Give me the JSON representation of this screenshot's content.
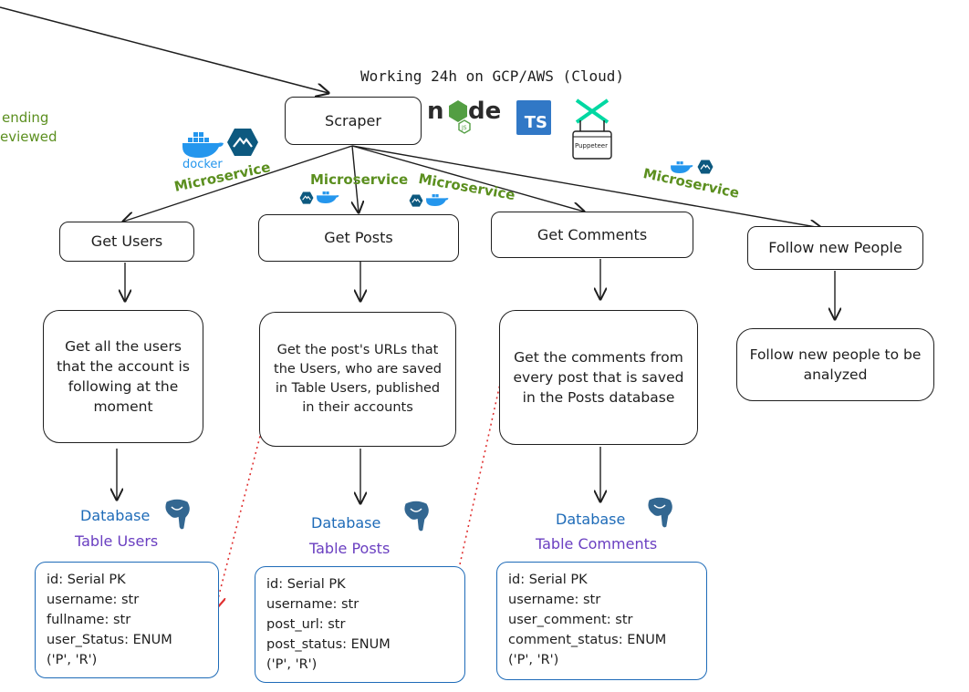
{
  "title": "Working 24h on GCP/AWS (Cloud)",
  "side_note": [
    "ending",
    "eviewed"
  ],
  "scraper": "Scraper",
  "microservice_label": "Microservice",
  "icons": {
    "node": "nodejs-logo-icon",
    "ts": "TS",
    "puppeteer": "Puppeteer",
    "docker": "docker"
  },
  "services": [
    {
      "name": "Get Users",
      "desc": "Get all the users that the account is following at the moment"
    },
    {
      "name": "Get Posts",
      "desc": "Get the post's URLs that the Users, who are saved in Table Users, published in their accounts"
    },
    {
      "name": "Get Comments",
      "desc": "Get the comments from every post that is saved in the Posts database"
    },
    {
      "name": "Follow new People",
      "desc": "Follow new people to be analyzed"
    }
  ],
  "database_word": "Database",
  "tables": [
    {
      "name": "Table Users",
      "fields": [
        "id: Serial PK",
        "username: str",
        "fullname: str",
        "user_Status: ENUM",
        "('P', 'R')"
      ]
    },
    {
      "name": "Table Posts",
      "fields": [
        "id: Serial PK",
        "username: str",
        "post_url: str",
        "post_status: ENUM",
        "('P', 'R')"
      ]
    },
    {
      "name": "Table Comments",
      "fields": [
        "id: Serial PK",
        "username: str",
        "user_comment: str",
        "comment_status: ENUM",
        "('P', 'R')"
      ]
    }
  ]
}
